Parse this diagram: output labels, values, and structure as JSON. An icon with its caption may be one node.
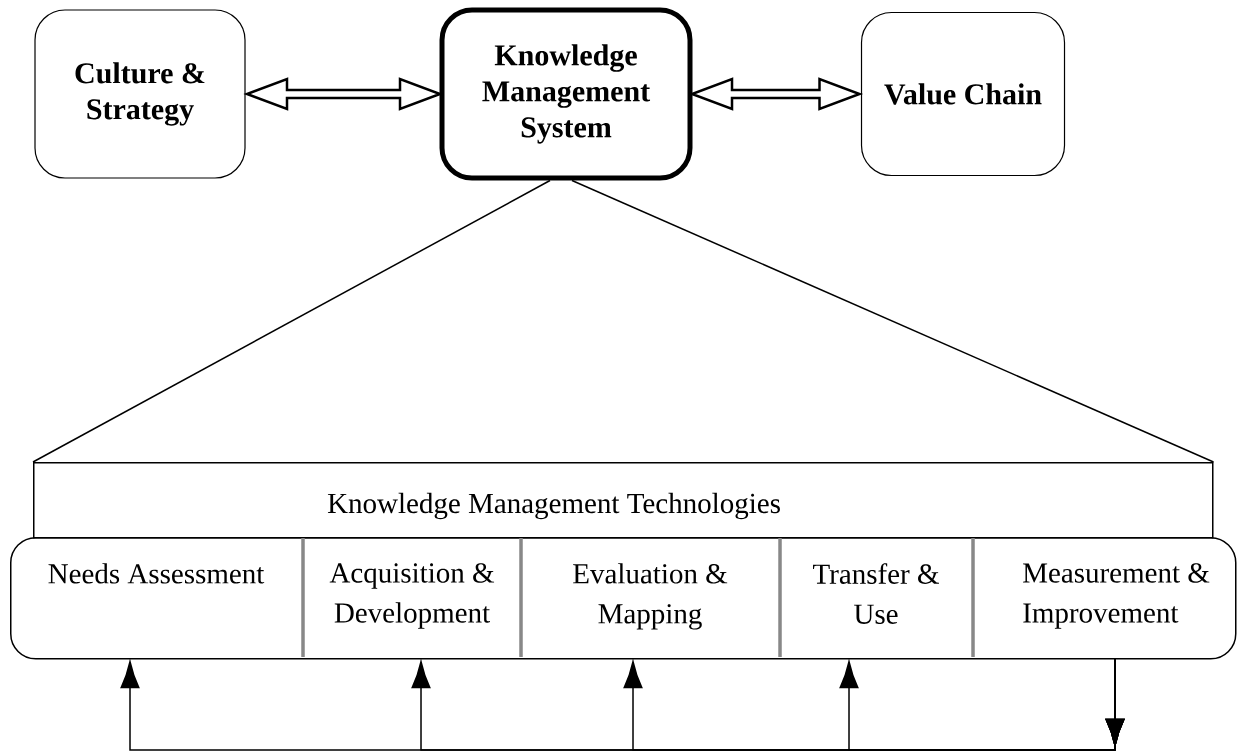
{
  "diagram": {
    "nodes": [
      {
        "text": [
          "Culture & Strategy"
        ]
      },
      {
        "text": [
          "Knowledge Management System"
        ]
      },
      {
        "text": [
          "Value Chain"
        ]
      },
      {
        "text": [
          "Knowledge Management Technologies"
        ]
      },
      {
        "text": [],
        "shape": "box"
      },
      {
        "text": [
          "Needs Assessment"
        ],
        "in": 4
      },
      {
        "text": [
          "Acquisition & Development"
        ],
        "in": 4
      },
      {
        "text": [
          "Evaluation & Mapping"
        ],
        "in": 4
      },
      {
        "text": [
          "Transfer & Use"
        ],
        "in": 4
      },
      {
        "text": [
          "Measurement & Improvement"
        ],
        "in": 4
      }
    ],
    "edges": [
      {
        "from": 0,
        "to": 1,
        "arrow": "both"
      },
      {
        "from": 1,
        "to": 2,
        "arrow": "both"
      },
      {
        "from": 1,
        "to": 3,
        "arrow": "none"
      },
      {
        "from": 1,
        "to": 3,
        "arrow": "none"
      },
      {
        "from": 9,
        "to": 5,
        "arrow": "to"
      },
      {
        "from": 9,
        "to": 6,
        "arrow": "to"
      },
      {
        "from": 9,
        "to": 7,
        "arrow": "to"
      },
      {
        "from": 9,
        "to": 8,
        "arrow": "to"
      }
    ]
  }
}
